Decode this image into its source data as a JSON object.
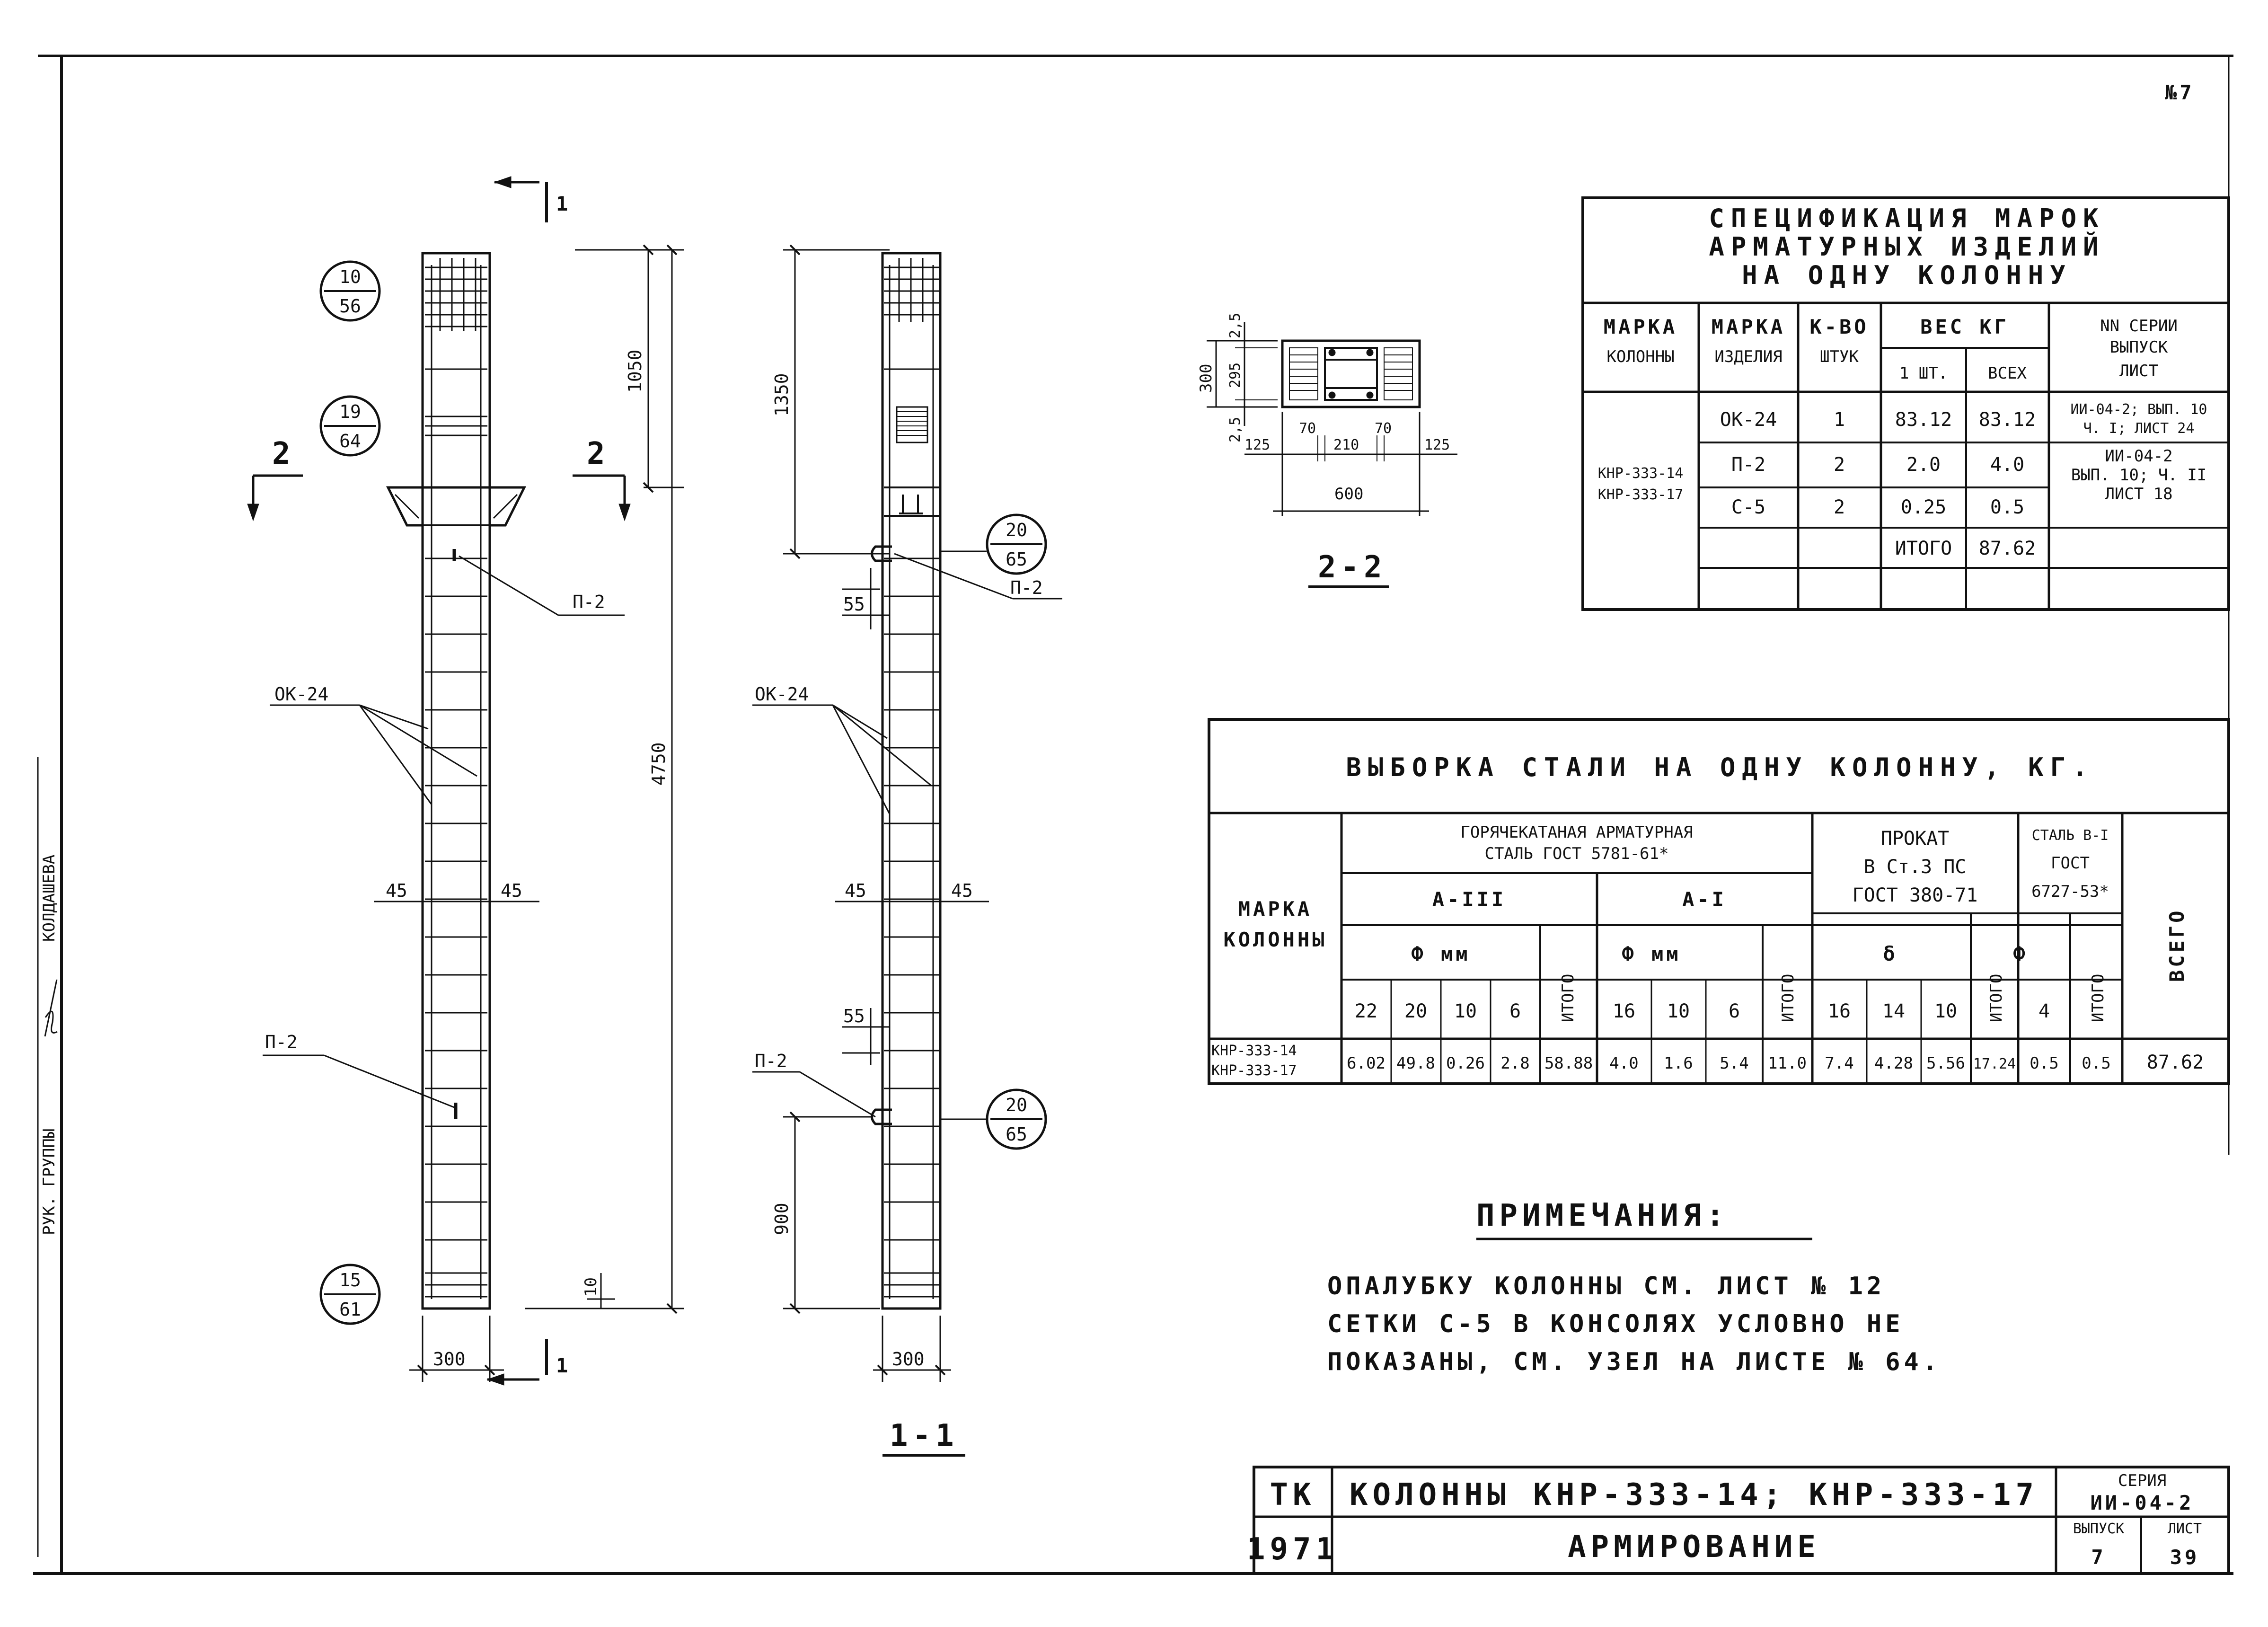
{
  "corner_mark": "№7",
  "side_labels": {
    "author": "КОЛДАШЕВА",
    "group": "РУК. ГРУППЫ"
  },
  "drawing": {
    "section_mark_1": "1",
    "section_mark_2": "2",
    "mark_10_56": [
      "10",
      "56"
    ],
    "mark_19_64": [
      "19",
      "64"
    ],
    "mark_15_61": [
      "15",
      "61"
    ],
    "mark_20_65": [
      "20",
      "65"
    ],
    "mark_20_65_b": [
      "20",
      "65"
    ],
    "label_p2": "П-2",
    "label_ok24": "ОК-24",
    "dim_1050": "1050",
    "dim_4750": "4750",
    "dim_1350": "1350",
    "dim_900": "900",
    "dim_300": "300",
    "dim_45": "45",
    "dim_55": "55",
    "dim_10": "10",
    "section_1_1": "1-1",
    "section_2_2": "2-2",
    "sec22": {
      "dim_300": "300",
      "dim_295": "295",
      "dim_25": "2,5",
      "dim_125": "125",
      "dim_70": "70",
      "dim_210": "210",
      "dim_600": "600"
    }
  },
  "spec": {
    "title_lines": [
      "СПЕЦИФИКАЦИЯ МАРОК",
      "АРМАТУРНЫХ ИЗДЕЛИЙ",
      "НА ОДНУ КОЛОННУ"
    ],
    "h_marka_kol": [
      "МАРКА",
      "КОЛОННЫ"
    ],
    "h_marka_izd": [
      "МАРКА",
      "ИЗДЕЛИЯ"
    ],
    "h_kvo": [
      "К-ВО",
      "ШТУК"
    ],
    "h_ves": "ВЕС КГ",
    "h_1sht": "1 ШТ.",
    "h_vseh": "ВСЕХ",
    "h_series": [
      "NN СЕРИИ",
      "ВЫПУСК",
      "ЛИСТ"
    ],
    "columns_marks": [
      "КНР-333-14",
      "КНР-333-17"
    ],
    "rows": [
      {
        "izd": "ОК-24",
        "qty": "1",
        "w1": "83.12",
        "wall": "83.12"
      },
      {
        "izd": "П-2",
        "qty": "2",
        "w1": "2.0",
        "wall": "4.0"
      },
      {
        "izd": "С-5",
        "qty": "2",
        "w1": "0.25",
        "wall": "0.5"
      }
    ],
    "ref1": [
      "ИИ-04-2; ВЫП. 10",
      "Ч. I; ЛИСТ 24"
    ],
    "ref2": [
      "ИИ-04-2",
      "ВЫП. 10; Ч. II",
      "ЛИСТ 18"
    ],
    "total_label": "ИТОГО",
    "total_value": "87.62"
  },
  "steel": {
    "title": "ВЫБОРКА СТАЛИ НА ОДНУ КОЛОННУ, КГ.",
    "h_marka": [
      "МАРКА",
      "КОЛОННЫ"
    ],
    "h_hot": [
      "ГОРЯЧЕКАТАНАЯ АРМАТУРНАЯ",
      "СТАЛЬ ГОСТ 5781-61*"
    ],
    "h_a3": "А-III",
    "h_a1": "А-I",
    "h_phi_mm": "Ф мм",
    "h_itogo": "ИТОГО",
    "h_prokat": [
      "ПРОКАТ",
      "В Ст.3 ПС",
      "ГОСТ 380-71"
    ],
    "h_delta": "δ",
    "h_b1": [
      "СТАЛЬ В-I",
      "ГОСТ",
      "6727-53*"
    ],
    "h_phi": "Ф",
    "h_vsego": "ВСЕГО",
    "a3_diams": [
      "22",
      "20",
      "10",
      "6"
    ],
    "a1_diams": [
      "16",
      "10",
      "6"
    ],
    "prokat_diams": [
      "16",
      "14",
      "10"
    ],
    "b1_diams": [
      "4"
    ],
    "row_marks": [
      "КНР-333-14",
      "КНР-333-17"
    ],
    "row_values": [
      "6.02",
      "49.8",
      "0.26",
      "2.8",
      "58.88",
      "4.0",
      "1.6",
      "5.4",
      "11.0",
      "7.4",
      "4.28",
      "5.56",
      "17.24",
      "0.5",
      "0.5",
      "87.62"
    ]
  },
  "notes": {
    "title": "ПРИМЕЧАНИЯ:",
    "lines": [
      "ОПАЛУБКУ КОЛОННЫ СМ. ЛИСТ № 12",
      "СЕТКИ С-5 В КОНСОЛЯХ УСЛОВНО НЕ",
      "ПОКАЗАНЫ, СМ. УЗЕЛ НА ЛИСТЕ № 64."
    ]
  },
  "stamp": {
    "org": "ТК",
    "year": "1971",
    "title": "КОЛОННЫ КНР-333-14; КНР-333-17",
    "subtitle": "АРМИРОВАНИЕ",
    "series_label": "СЕРИЯ",
    "series_value": "ИИ-04-2",
    "vypusk_label": "ВЫПУСК",
    "vypusk_value": "7",
    "list_label": "ЛИСТ",
    "list_value": "39"
  }
}
